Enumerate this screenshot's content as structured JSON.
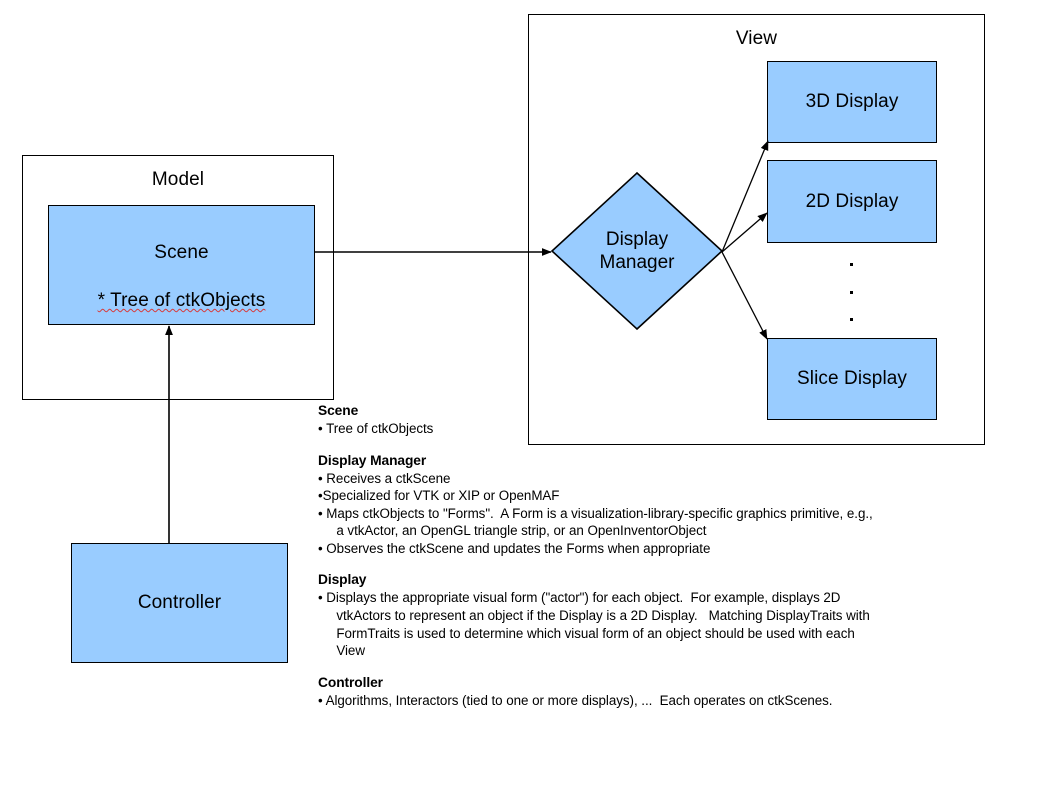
{
  "diagram": {
    "panels": {
      "model": {
        "title": "Model"
      },
      "view": {
        "title": "View"
      }
    },
    "nodes": {
      "scene": {
        "line1": "Scene",
        "line2": "* Tree of ctkObjects"
      },
      "controller": {
        "label": "Controller"
      },
      "display_manager": {
        "label": "Display\nManager"
      },
      "display_3d": {
        "label": "3D Display"
      },
      "display_2d": {
        "label": "2D Display"
      },
      "display_slice": {
        "label": "Slice Display"
      }
    },
    "ellipsis": "..."
  },
  "legend": {
    "scene": {
      "heading": "Scene",
      "bullets": [
        "• Tree of ctkObjects"
      ]
    },
    "display_manager": {
      "heading": "Display Manager",
      "bullets": [
        "• Receives a ctkScene",
        "•Specialized for VTK or XIP or OpenMAF",
        "• Maps ctkObjects to \"Forms\".  A Form is a visualization-library-specific graphics primitive, e.g.,",
        "     a vtkActor, an OpenGL triangle strip, or an OpenInventorObject",
        "• Observes the ctkScene and updates the Forms when appropriate"
      ]
    },
    "display": {
      "heading": "Display",
      "bullets": [
        "• Displays the appropriate visual form (\"actor\") for each object.  For example, displays 2D",
        "     vtkActors to represent an object if the Display is a 2D Display.   Matching DisplayTraits with",
        "     FormTraits is used to determine which visual form of an object should be used with each",
        "     View"
      ]
    },
    "controller": {
      "heading": "Controller",
      "bullets": [
        "• Algorithms, Interactors (tied to one or more displays), ...  Each operates on ctkScenes."
      ]
    }
  },
  "colors": {
    "node_fill": "#99ccff",
    "stroke": "#000000",
    "spellcheck_underline": "#d83a3a",
    "background": "#ffffff"
  }
}
